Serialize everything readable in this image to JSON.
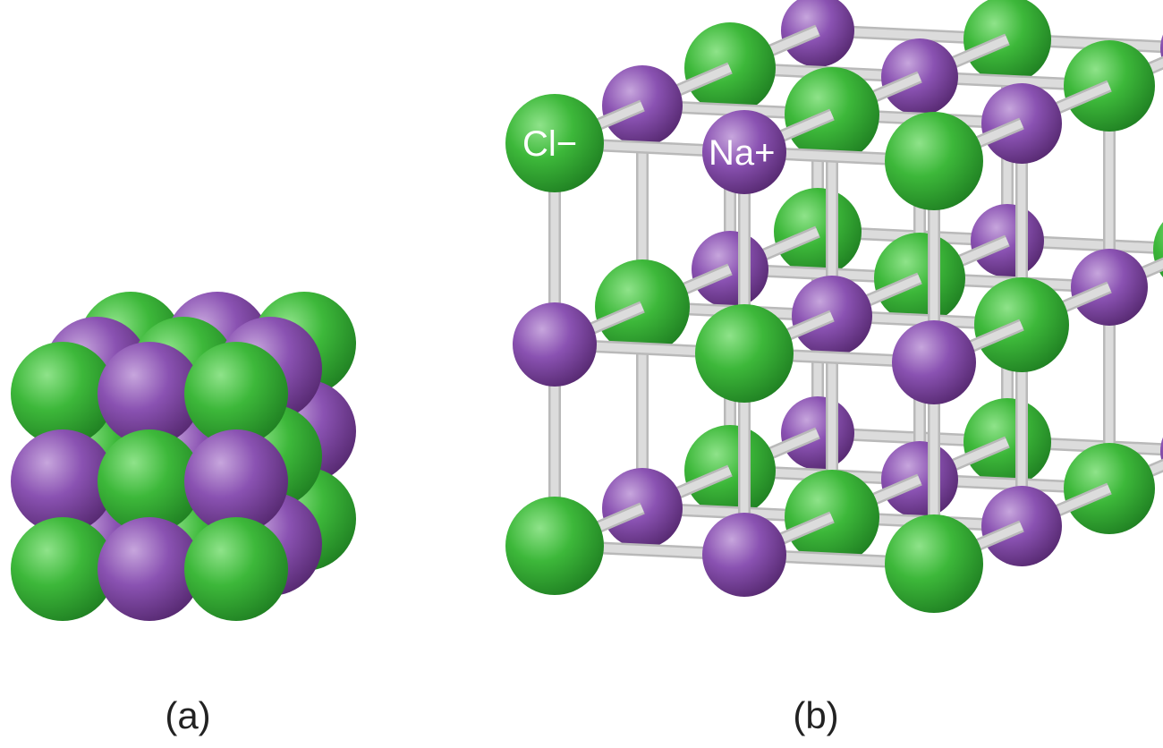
{
  "captions": {
    "a": "(a)",
    "b": "(b)"
  },
  "labels": {
    "chloride": "Cl−",
    "sodium": "Na+"
  },
  "colors": {
    "chloride": "#3cb83c",
    "sodium": "#8a4fb0",
    "rod": "#dcdcdc",
    "background": "#ffffff"
  }
}
